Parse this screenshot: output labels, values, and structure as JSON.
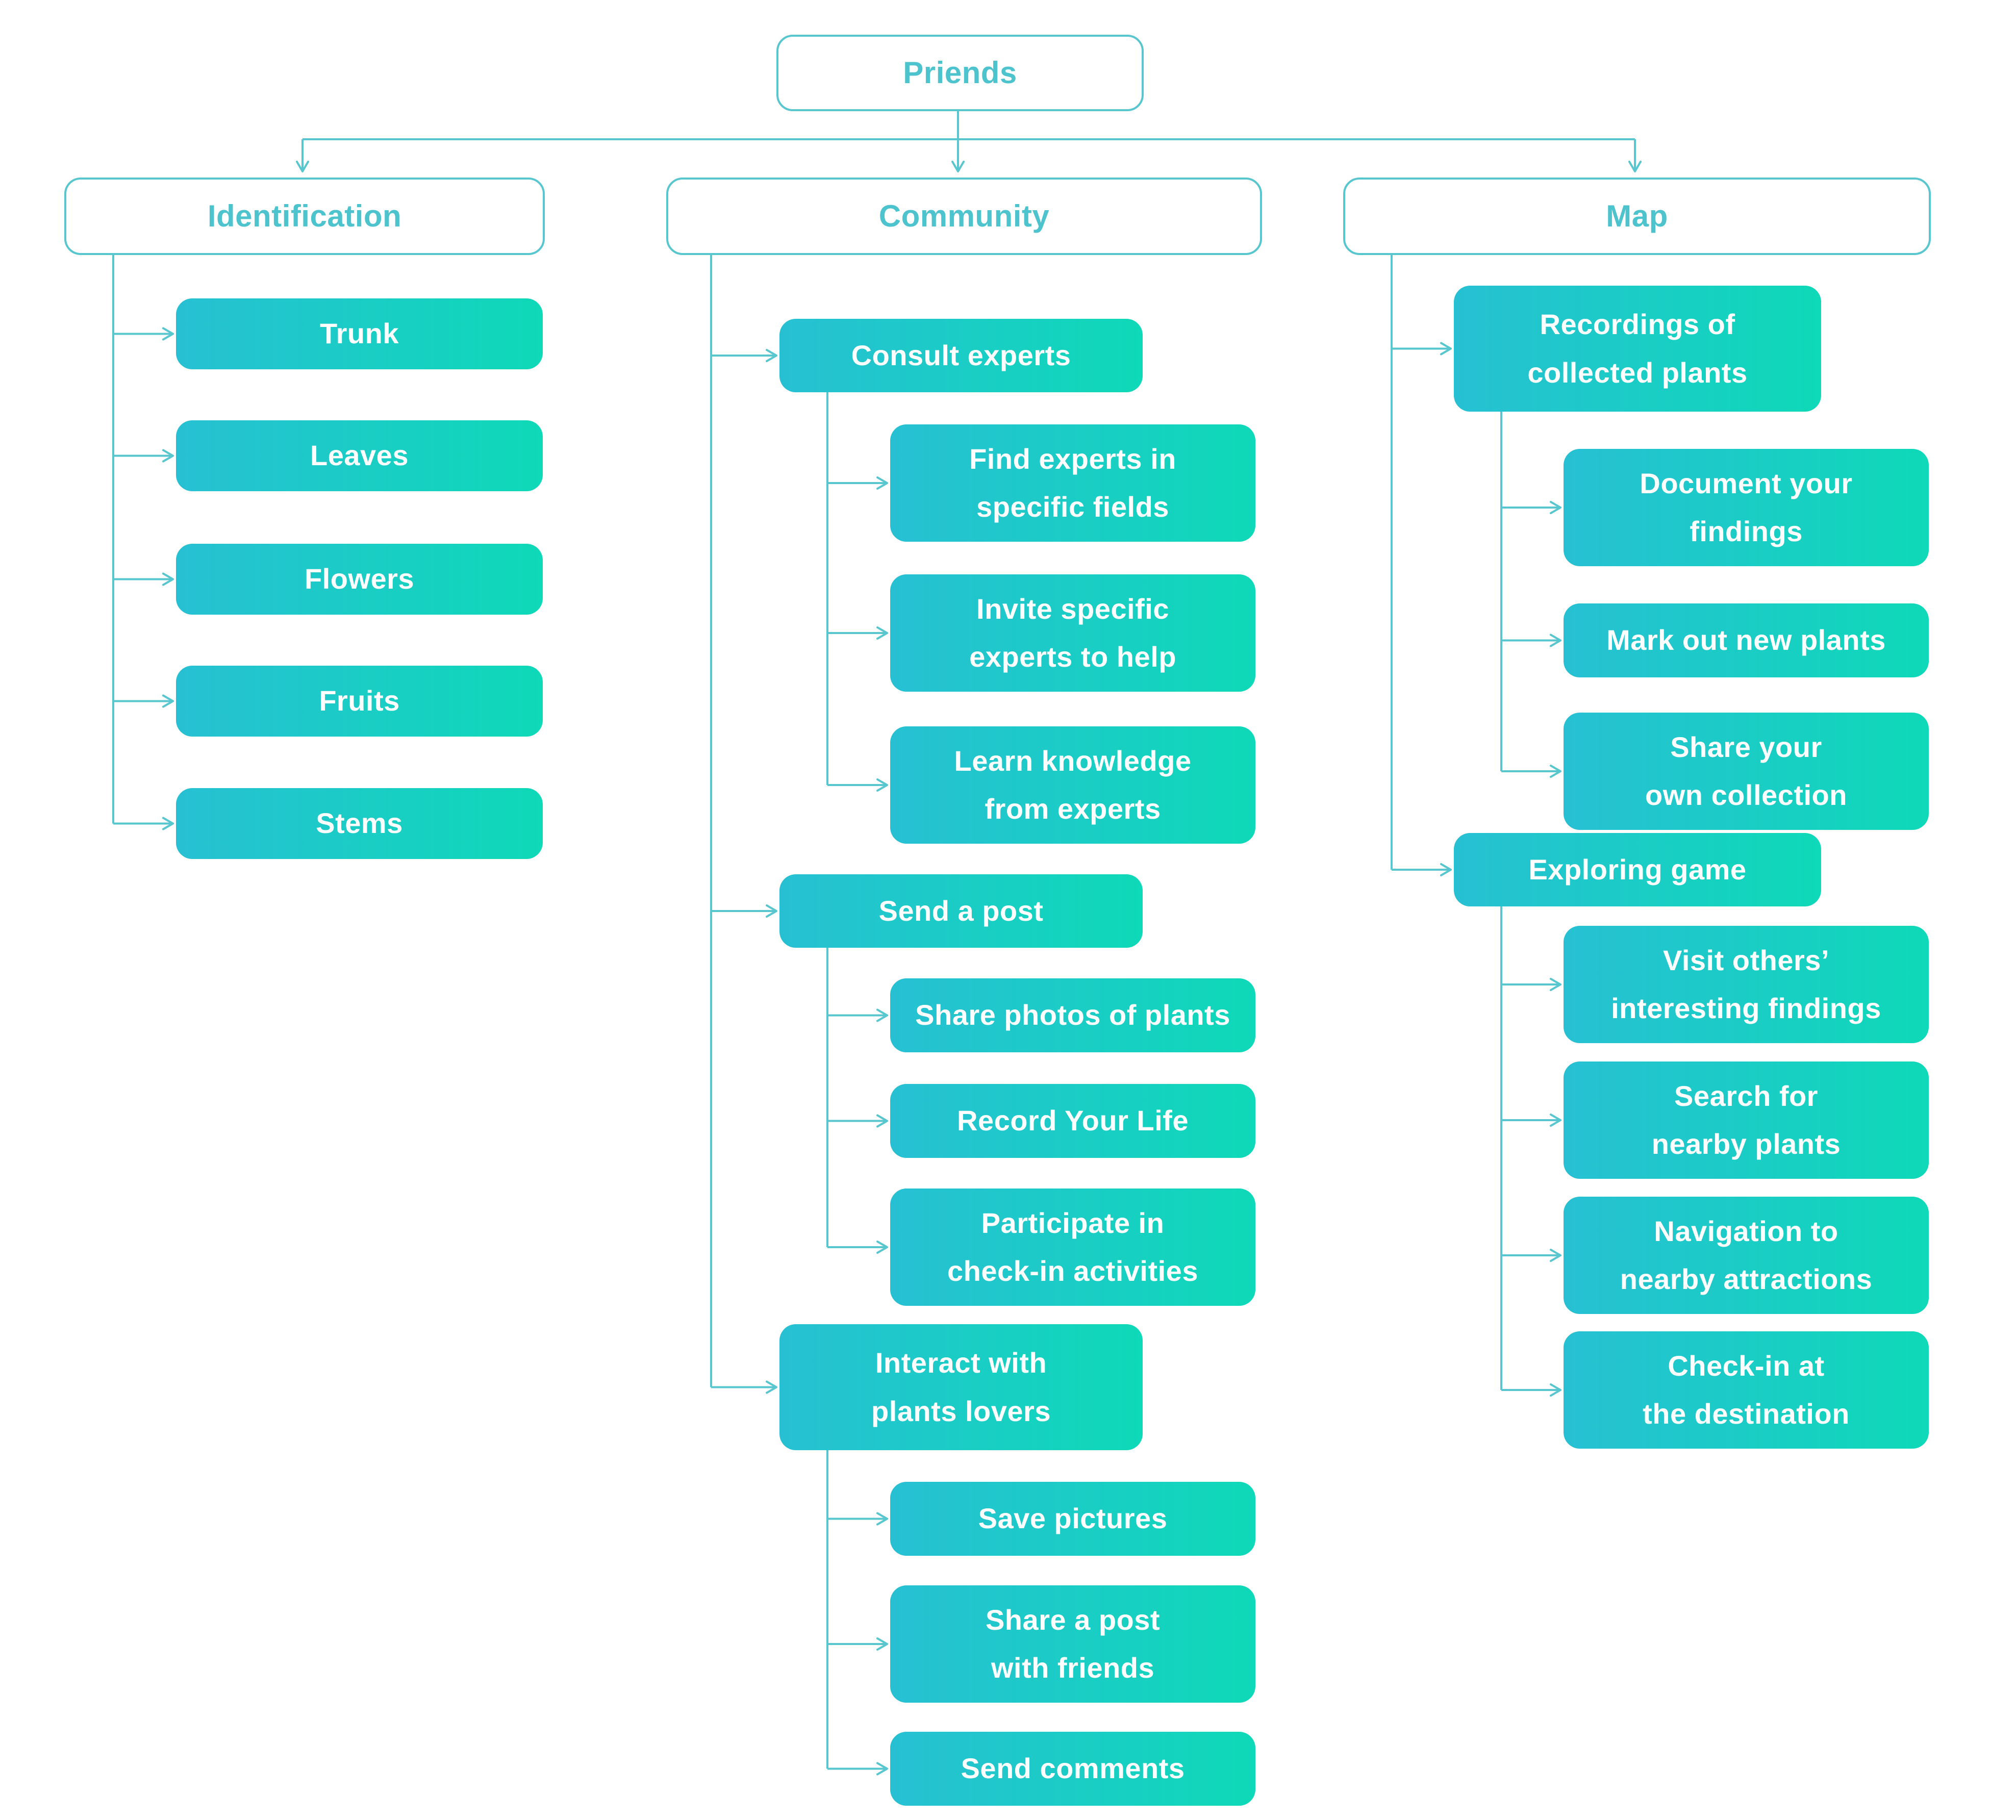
{
  "diagram": {
    "root": {
      "label": "Priends"
    },
    "branches": [
      {
        "label": "Identification",
        "children": [
          {
            "label": "Trunk"
          },
          {
            "label": "Leaves"
          },
          {
            "label": "Flowers"
          },
          {
            "label": "Fruits"
          },
          {
            "label": "Stems"
          }
        ]
      },
      {
        "label": "Community",
        "children": [
          {
            "label": "Consult experts",
            "children": [
              {
                "label": "Find experts in\nspecific fields"
              },
              {
                "label": "Invite specific\nexperts to help"
              },
              {
                "label": "Learn knowledge\nfrom experts"
              }
            ]
          },
          {
            "label": "Send a post",
            "children": [
              {
                "label": "Share photos of plants"
              },
              {
                "label": "Record Your Life"
              },
              {
                "label": "Participate in\ncheck-in activities"
              }
            ]
          },
          {
            "label": "Interact with\nplants lovers",
            "children": [
              {
                "label": "Save pictures"
              },
              {
                "label": "Share a post\nwith friends"
              },
              {
                "label": "Send comments"
              }
            ]
          }
        ]
      },
      {
        "label": "Map",
        "children": [
          {
            "label": "Recordings of\ncollected plants",
            "children": [
              {
                "label": "Document your\nfindings"
              },
              {
                "label": "Mark out new plants"
              },
              {
                "label": "Share your\nown collection"
              }
            ]
          },
          {
            "label": "Exploring game",
            "children": [
              {
                "label": "Visit others’\ninteresting findings"
              },
              {
                "label": "Search for\nnearby plants"
              },
              {
                "label": "Navigation to\nnearby attractions"
              },
              {
                "label": "Check-in at\nthe destination"
              }
            ]
          }
        ]
      }
    ],
    "colors": {
      "background": "#ffffff",
      "connector": "#58c6ce",
      "outline_stroke": "#58c6ce",
      "header_text": "#4cc3cd",
      "node_gradient_start": "#27c0d3",
      "node_gradient_end": "#0ed9b8",
      "node_text": "#ffffff"
    }
  }
}
